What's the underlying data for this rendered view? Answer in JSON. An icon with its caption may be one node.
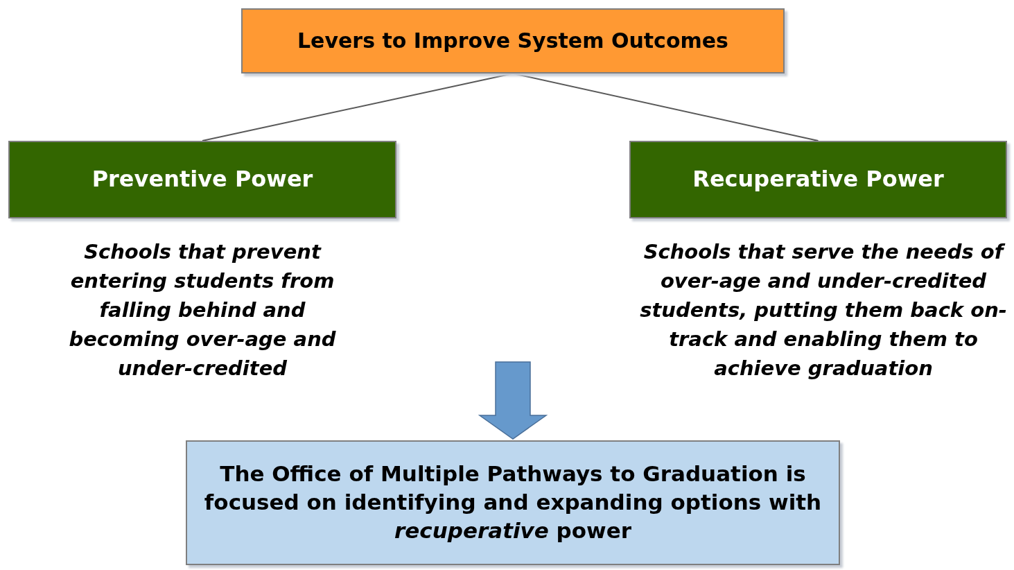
{
  "diagram": {
    "nodes": [
      {
        "text": [
          "Levers to Improve System Outcomes"
        ]
      },
      {
        "text": [
          "Preventive Power"
        ],
        "beside": [
          "Schools that prevent entering students from falling behind and becoming over-age and under-credited"
        ]
      },
      {
        "text": [
          "Recuperative Power"
        ],
        "beside": [
          "Schools that serve the needs of over-age and under-credited students, putting them back on-track and enabling them to achieve graduation"
        ]
      },
      {
        "text": [
          "The Office of Multiple Pathways to Graduation is focused on identifying and expanding options with *recuperative* power"
        ]
      }
    ],
    "edges": [
      {
        "from": 0,
        "to": 1,
        "arrow": "none"
      },
      {
        "from": 0,
        "to": 2,
        "arrow": "none"
      },
      {
        "from": null,
        "to": 3,
        "arrow": "to"
      }
    ]
  }
}
